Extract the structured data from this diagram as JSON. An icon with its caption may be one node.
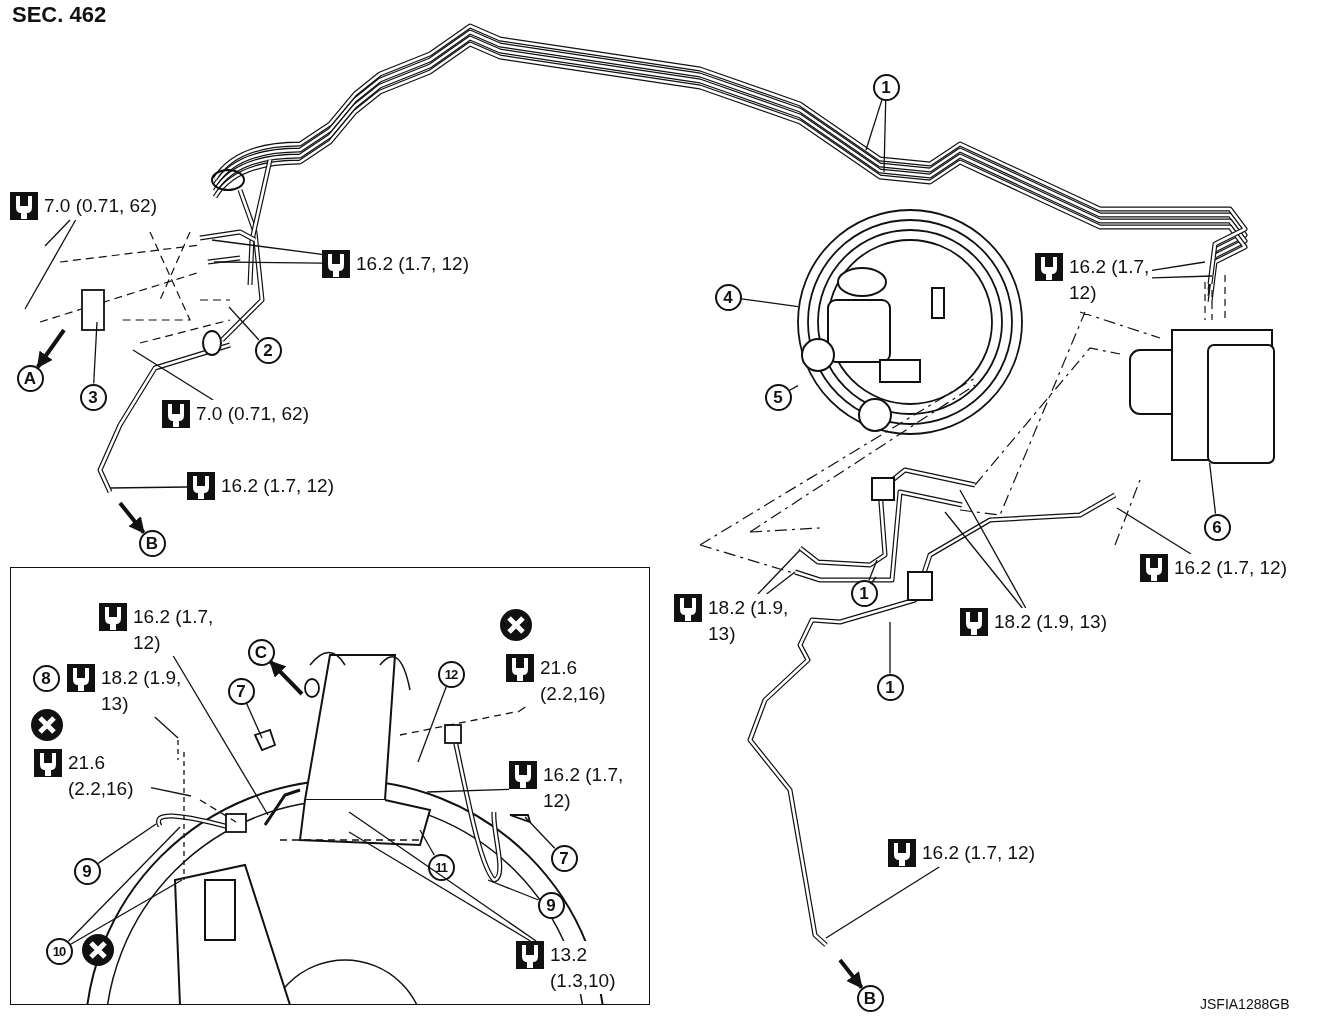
{
  "diagram": {
    "title": "SEC. 462",
    "nodes": [
      {
        "text": [
          "1"
        ]
      },
      {
        "text": [
          "7.0 (0.71, 62)"
        ]
      },
      {
        "text": [
          "16.2 (1.7, 12)"
        ]
      },
      {
        "text": [
          "4"
        ]
      },
      {
        "text": [
          "2"
        ]
      },
      {
        "text": [
          "A"
        ]
      },
      {
        "text": [
          "3"
        ]
      },
      {
        "text": [
          "5"
        ]
      },
      {
        "text": [
          "7.0 (0.71, 62)"
        ]
      },
      {
        "text": [
          "16.2 (1.7, 12)"
        ]
      },
      {
        "text": [
          "16.2 (1.7, 12)"
        ]
      },
      {
        "text": [
          "B"
        ]
      },
      {
        "text": [
          "6"
        ]
      },
      {
        "text": [
          "16.2 (1.7, 12)"
        ]
      },
      {
        "text": [
          "18.2 (1.9, 13)"
        ]
      },
      {
        "text": [
          "1"
        ]
      },
      {
        "text": [
          "18.2 (1.9, 13)"
        ]
      },
      {
        "text": [
          "1"
        ]
      },
      {
        "text": [
          "16.2 (1.7, 12)"
        ]
      },
      {
        "text": [
          "B"
        ]
      },
      {
        "text": [],
        "shape": "box"
      },
      {
        "text": [
          "16.2 (1.7, 12)"
        ],
        "in": 20
      },
      {
        "text": [
          "C"
        ],
        "in": 20
      },
      {
        "text": [
          "21.6 (2.2,16)"
        ],
        "in": 20
      },
      {
        "text": [
          "8"
        ],
        "in": 20
      },
      {
        "text": [
          "18.2 (1.9, 13)"
        ],
        "in": 20
      },
      {
        "text": [
          "7"
        ],
        "in": 20
      },
      {
        "text": [
          "12"
        ],
        "in": 20
      },
      {
        "text": [
          "21.6 (2.2,16)"
        ],
        "in": 20
      },
      {
        "text": [
          "16.2 (1.7, 12)"
        ],
        "in": 20
      },
      {
        "text": [
          "7"
        ],
        "in": 20
      },
      {
        "text": [
          "11"
        ],
        "in": 20
      },
      {
        "text": [
          "9"
        ],
        "in": 20
      },
      {
        "text": [
          "9"
        ],
        "in": 20
      },
      {
        "text": [
          "10"
        ],
        "in": 20
      },
      {
        "text": [
          "13.2 (1.3,10)"
        ],
        "in": 20
      },
      {
        "text": [],
        "shape": "picture"
      },
      {
        "text": [],
        "shape": "picture"
      }
    ],
    "edges": [
      {
        "from": 0,
        "to": null,
        "arrow": "none"
      },
      {
        "from": 0,
        "to": null,
        "arrow": "none"
      },
      {
        "from": 1,
        "to": null,
        "arrow": "none"
      },
      {
        "from": 1,
        "to": null,
        "arrow": "none"
      },
      {
        "from": 2,
        "to": null,
        "arrow": "none"
      },
      {
        "from": 2,
        "to": null,
        "arrow": "none"
      },
      {
        "from": 3,
        "to": 36,
        "arrow": "none"
      },
      {
        "from": 4,
        "to": null,
        "arrow": "none"
      },
      {
        "from": null,
        "to": 5,
        "arrow": "to",
        "style": "thick"
      },
      {
        "from": 6,
        "to": null,
        "arrow": "none"
      },
      {
        "from": 7,
        "to": 36,
        "arrow": "none"
      },
      {
        "from": 8,
        "to": null,
        "arrow": "none"
      },
      {
        "from": 9,
        "to": null,
        "arrow": "none"
      },
      {
        "from": 9,
        "to": null,
        "arrow": "none"
      },
      {
        "from": 10,
        "to": null,
        "arrow": "none"
      },
      {
        "from": null,
        "to": 11,
        "arrow": "to",
        "style": "thick"
      },
      {
        "from": 12,
        "to": 37,
        "arrow": "none"
      },
      {
        "from": 13,
        "to": null,
        "arrow": "none"
      },
      {
        "from": 14,
        "to": null,
        "arrow": "none"
      },
      {
        "from": 14,
        "to": null,
        "arrow": "none"
      },
      {
        "from": 15,
        "to": null,
        "arrow": "none"
      },
      {
        "from": 15,
        "to": null,
        "arrow": "none"
      },
      {
        "from": 16,
        "to": null,
        "arrow": "none"
      },
      {
        "from": 16,
        "to": null,
        "arrow": "none"
      },
      {
        "from": 17,
        "to": null,
        "arrow": "none"
      },
      {
        "from": 18,
        "to": null,
        "arrow": "none"
      },
      {
        "from": null,
        "to": 19,
        "arrow": "to",
        "style": "thick"
      },
      {
        "from": 21,
        "to": null,
        "arrow": "none"
      },
      {
        "from": null,
        "to": 22,
        "arrow": "to",
        "style": "thick"
      },
      {
        "from": 23,
        "to": null,
        "arrow": "none"
      },
      {
        "from": 25,
        "to": null,
        "arrow": "none"
      },
      {
        "from": 26,
        "to": null,
        "arrow": "none"
      },
      {
        "from": 27,
        "to": null,
        "arrow": "none"
      },
      {
        "from": 28,
        "to": null,
        "arrow": "none"
      },
      {
        "from": 29,
        "to": null,
        "arrow": "none"
      },
      {
        "from": 30,
        "to": null,
        "arrow": "none"
      },
      {
        "from": 31,
        "to": null,
        "arrow": "none"
      },
      {
        "from": 32,
        "to": null,
        "arrow": "none"
      },
      {
        "from": 33,
        "to": null,
        "arrow": "none"
      },
      {
        "from": 34,
        "to": null,
        "arrow": "none"
      },
      {
        "from": 34,
        "to": null,
        "arrow": "none"
      },
      {
        "from": 35,
        "to": null,
        "arrow": "none"
      },
      {
        "from": 35,
        "to": null,
        "arrow": "none"
      }
    ],
    "labels": [
      "JSFIA1288GB"
    ]
  }
}
